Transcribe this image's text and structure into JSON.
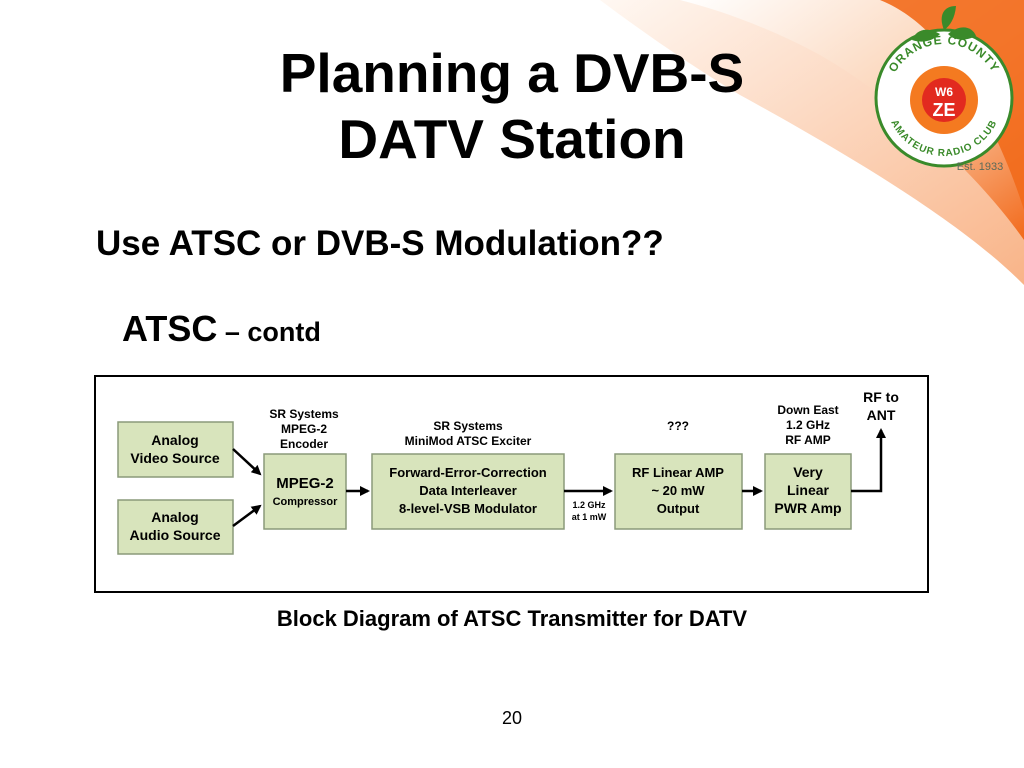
{
  "slide": {
    "title_line1": "Planning a DVB-S",
    "title_line2": "DATV Station",
    "subtitle": "Use ATSC or DVB-S Modulation??",
    "section_main": "ATSC",
    "section_rest": " – contd",
    "caption": "Block Diagram of ATSC Transmitter for DATV",
    "page_number": "20"
  },
  "logo": {
    "arc_top": "ORANGE COUNTY",
    "arc_bottom": "AMATEUR RADIO CLUB",
    "callsign_top": "W6",
    "callsign_bottom": "ZE",
    "established": "Est. 1933"
  },
  "diagram": {
    "blocks": {
      "video_source": [
        "Analog",
        "Video Source"
      ],
      "audio_source": [
        "Analog",
        "Audio Source"
      ],
      "mpeg2_title": "MPEG-2",
      "mpeg2_sub": "Compressor",
      "fec": [
        "Forward-Error-Correction",
        "Data Interleaver",
        "8-level-VSB Modulator"
      ],
      "rf_linear_amp": [
        "RF Linear AMP",
        "~ 20 mW",
        "Output"
      ],
      "pwr_amp": [
        "Very",
        "Linear",
        "PWR Amp"
      ]
    },
    "labels": {
      "encoder": [
        "SR Systems",
        "MPEG-2",
        "Encoder"
      ],
      "exciter": [
        "SR Systems",
        "MiniMod ATSC Exciter"
      ],
      "unknown": "???",
      "rf_amp": [
        "Down East",
        "1.2 GHz",
        "RF AMP"
      ],
      "antenna": [
        "RF to",
        "ANT"
      ],
      "freq": [
        "1.2 GHz",
        "at 1 mW"
      ]
    }
  },
  "colors": {
    "accent": "#f26a1b",
    "block_fill": "#d8e4bc",
    "block_stroke": "#8a9a7a",
    "logo_green": "#3a8a2a"
  }
}
